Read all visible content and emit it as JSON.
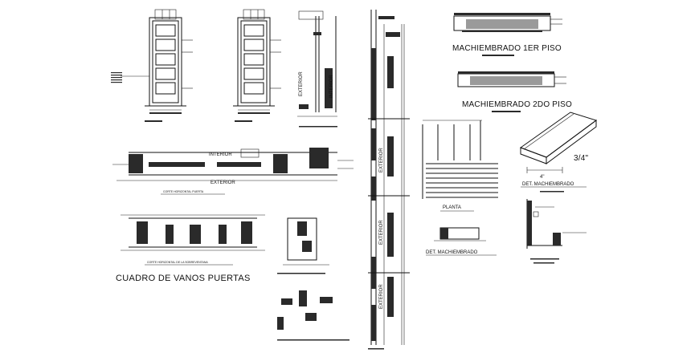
{
  "sheet": {
    "main_title": "CUADRO DE VANOS PUERTAS",
    "labels": {
      "machiembrado_1er_piso": "MACHIEMBRADO 1ER PISO",
      "machiembrado_2do_piso": "MACHIEMBRADO 2DO PISO",
      "interior": "INTERIOR",
      "exterior": "EXTERIOR",
      "planta": "PLANTA",
      "det_machiembrado_a": "DET. MACHIEMBRADO",
      "det_machiembrado_b": "DET. MACHIEMBRADO",
      "dim_3_4": "3/4\"",
      "dim_4": "4\"",
      "corte_horizontal_puerta": "CORTE HORIZONTAL PUERTA",
      "corte_horizontal_sobreventana": "CORTE HORIZONTAL DE LA SOBREVENTANA",
      "vertical_exterior_1": "EXTERIOR",
      "vertical_interior_1": "INTERIOR",
      "vertical_exterior_2": "EXTERIOR",
      "vertical_exterior_3": "EXTERIOR",
      "vertical_exterior_4": "EXTERIOR"
    }
  },
  "colors": {
    "ink": "#111111",
    "background": "#ffffff",
    "hatch": "#2a2a2a"
  }
}
